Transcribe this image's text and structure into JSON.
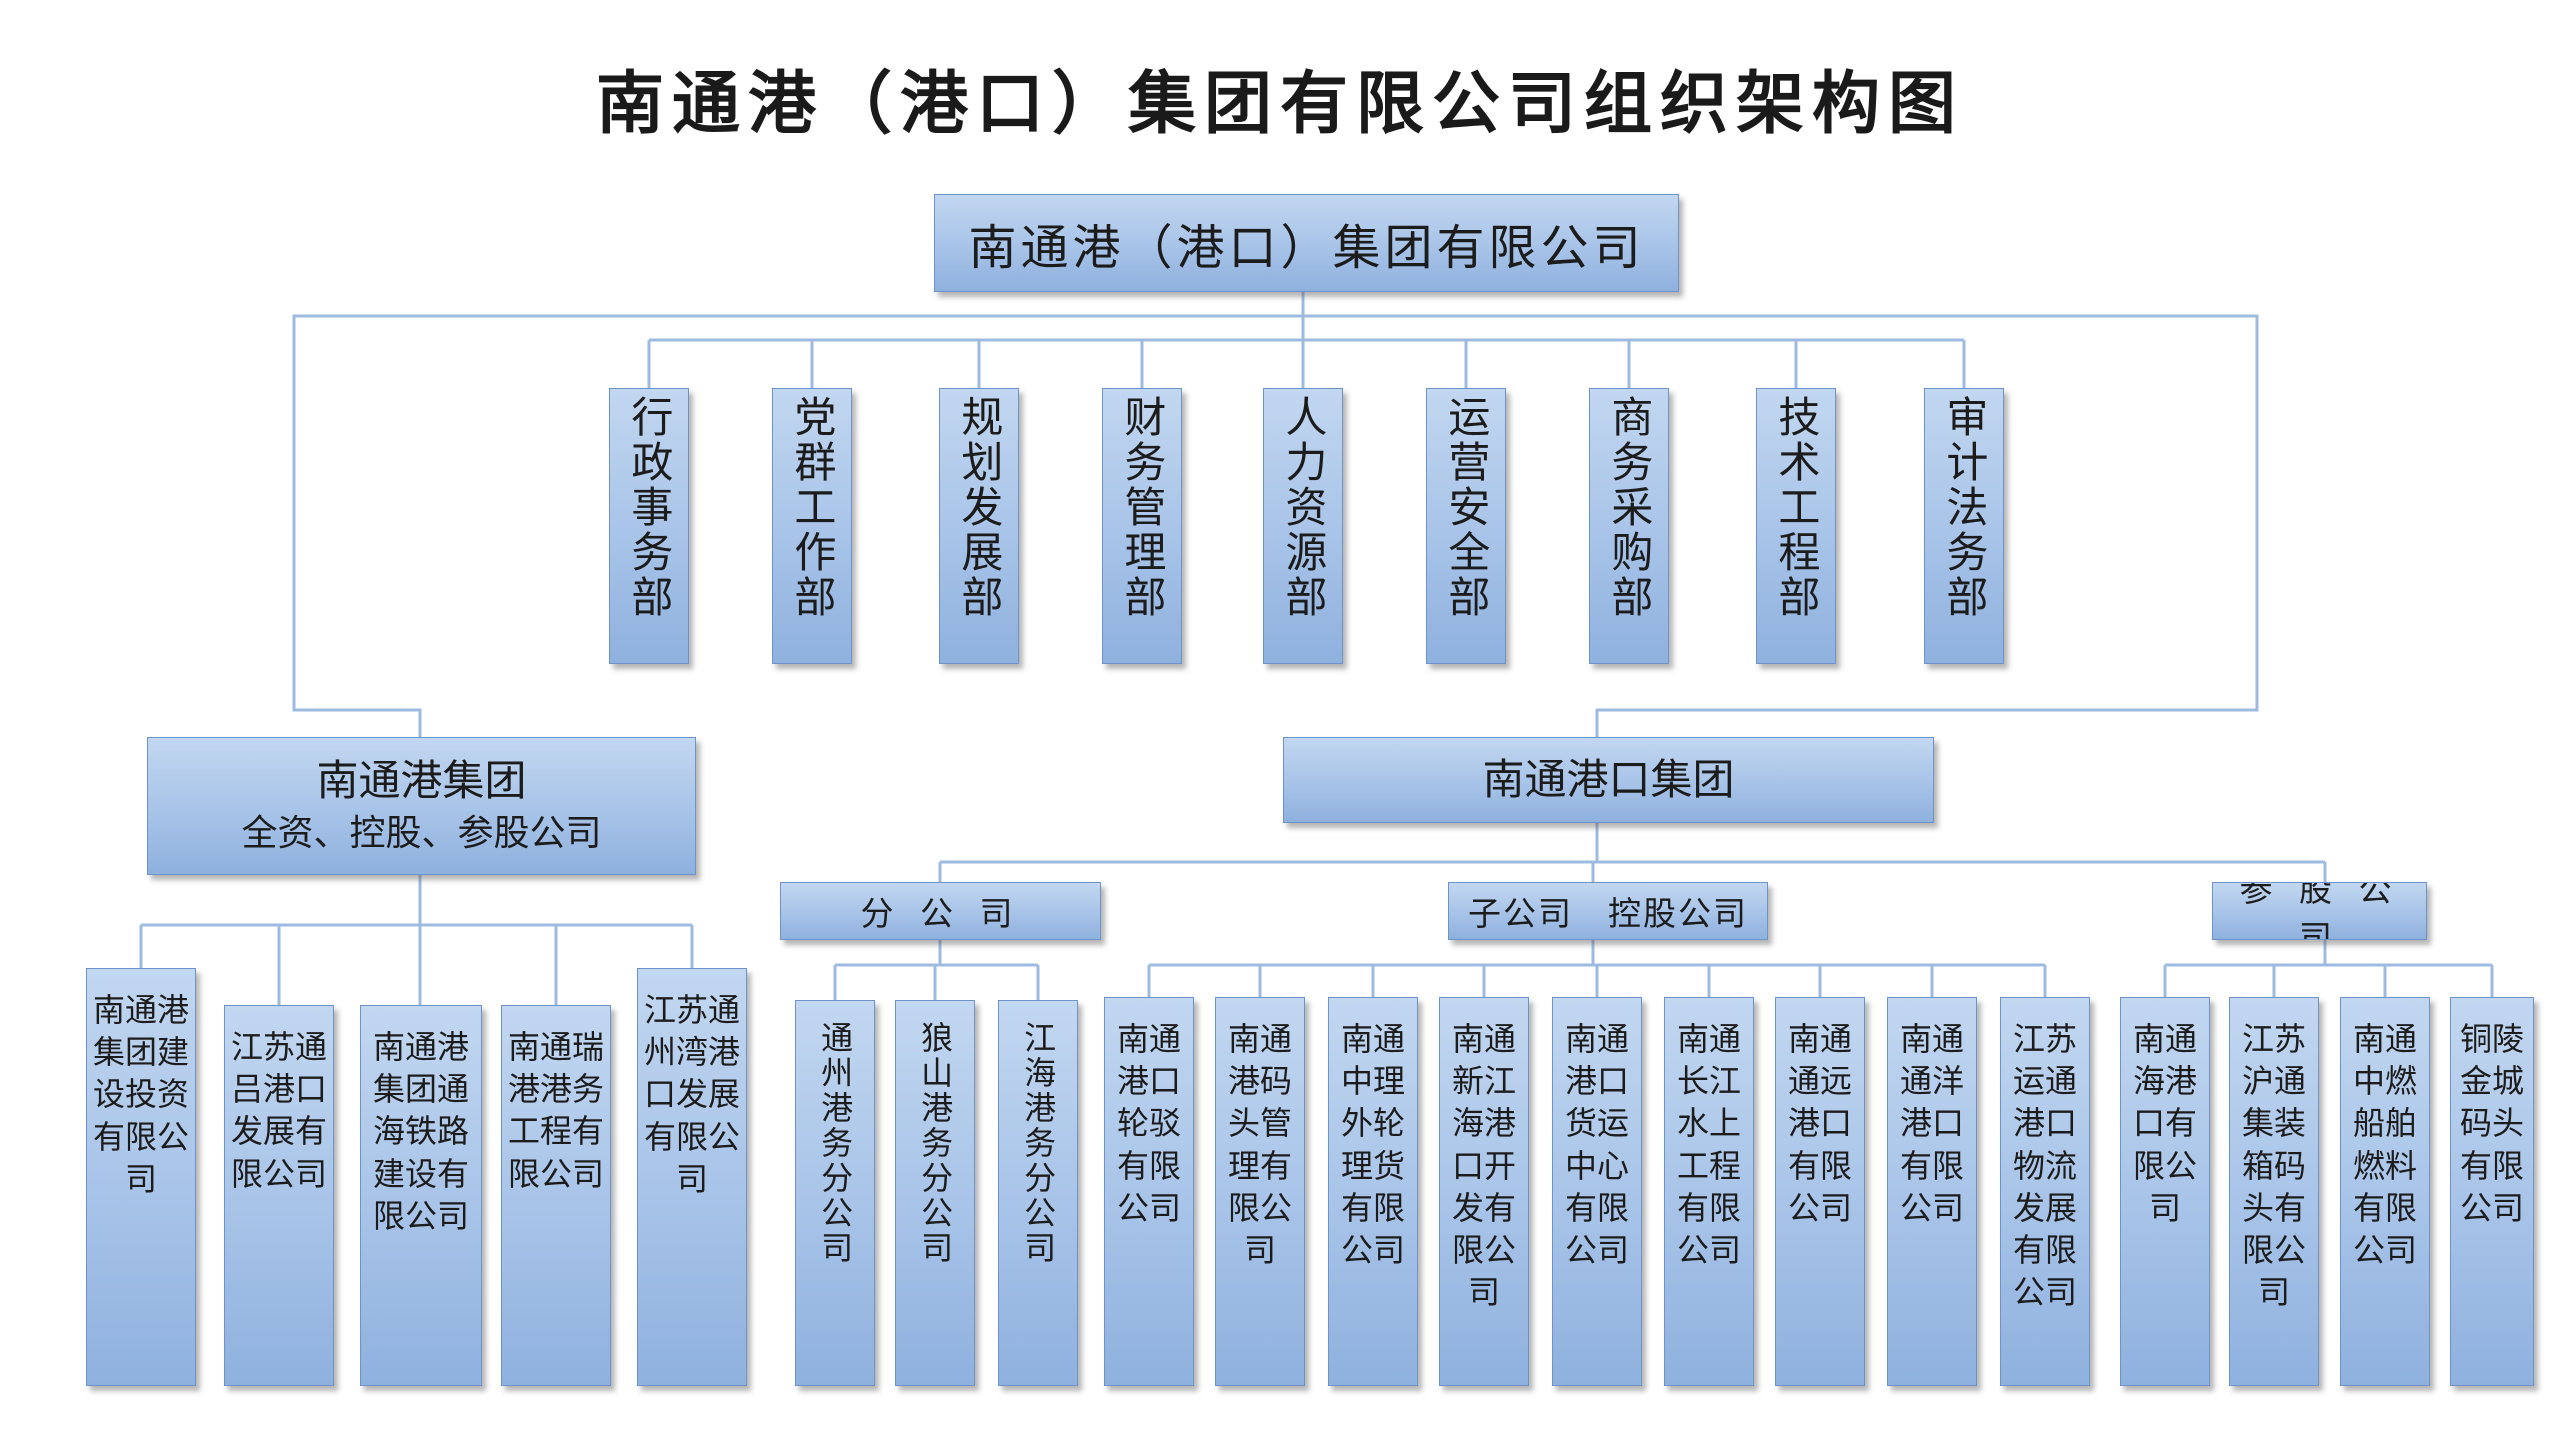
{
  "title": "南通港（港口）集团有限公司组织架构图",
  "colors": {
    "box_top": "#c2d7f0",
    "box_bottom": "#8fb1de",
    "border": "#6d93c8",
    "line": "#9dbbe0"
  },
  "root": "南通港（港口）集团有限公司",
  "departments": [
    "行政事务部",
    "党群工作部",
    "规划发展部",
    "财务管理部",
    "人力资源部",
    "运营安全部",
    "商务采购部",
    "技术工程部",
    "审计法务部"
  ],
  "group_left": {
    "name": "南通港集团",
    "subtitle": "全资、控股、参股公司"
  },
  "group_right": {
    "name": "南通港口集团"
  },
  "left_companies": [
    "南通港集团建设投资有限公司",
    "江苏通吕港口发展有限公司",
    "南通港集团通海铁路建设有限公司",
    "南通瑞港港务工程有限公司",
    "江苏通州湾港口发展有限公司"
  ],
  "branch_header": "分 公 司",
  "branches": [
    "通州港务分公司",
    "狼山港务分公司",
    "江海港务分公司"
  ],
  "subsidiary_header": "子公司　控股公司",
  "subsidiaries": [
    "南通港口轮驳有限公司",
    "南通港码头管理有限公司",
    "南通中理外轮理货有限公司",
    "南通新江海港口开发有限公司",
    "南通港口货运中心有限公司",
    "南通长江水上工程有限公司",
    "南通通远港口有限公司",
    "南通通洋港口有限公司",
    "江苏运通港口物流发展有限公司"
  ],
  "associate_header": "参 股 公 司",
  "associates": [
    "南通海港口有限公司",
    "江苏沪通集装箱码头有限公司",
    "南通中燃船舶燃料有限公司",
    "铜陵金城码头有限公司"
  ]
}
